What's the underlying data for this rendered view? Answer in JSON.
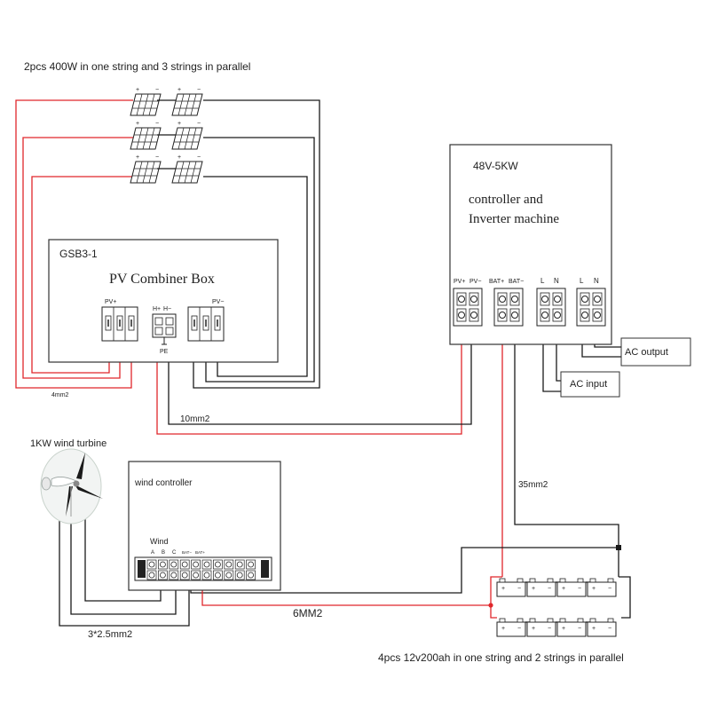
{
  "diagram": {
    "title": "2pcs 400W in one string and 3 strings in parallel",
    "colors": {
      "positive": "#e0262b",
      "negative": "#1a1a1a",
      "box": "#333333"
    },
    "solar_panel": {
      "plus": "+",
      "minus": "−"
    },
    "combiner": {
      "model": "GSB3-1",
      "name": "PV Combiner Box",
      "pv_plus": "PV+",
      "pv_minus": "PV−",
      "h_plus": "H+",
      "h_minus": "H−",
      "pe": "PE"
    },
    "inverter": {
      "model": "48V-5KW",
      "line1": "controller and",
      "line2": "Inverter machine",
      "terminals": [
        "PV+",
        "PV−",
        "BAT+",
        "BAT−",
        "L",
        "N",
        "L",
        "N"
      ]
    },
    "ac_output": "AC output",
    "ac_input": "AC input",
    "cables": {
      "pv_branch": "4mm2",
      "pv_main": "10mm2",
      "battery": "35mm2",
      "wind_dc": "6MM2",
      "turbine": "3*2.5mm2"
    },
    "wind_turbine": "1KW wind turbine",
    "wind_controller": {
      "name": "wind controller",
      "label_wind": "Wind",
      "terminals": [
        "A",
        "B",
        "C",
        "BAT−",
        "BAT+"
      ]
    },
    "battery": {
      "plus": "+",
      "minus": "−"
    },
    "battery_caption": "4pcs 12v200ah in one string and 2 strings in parallel"
  }
}
